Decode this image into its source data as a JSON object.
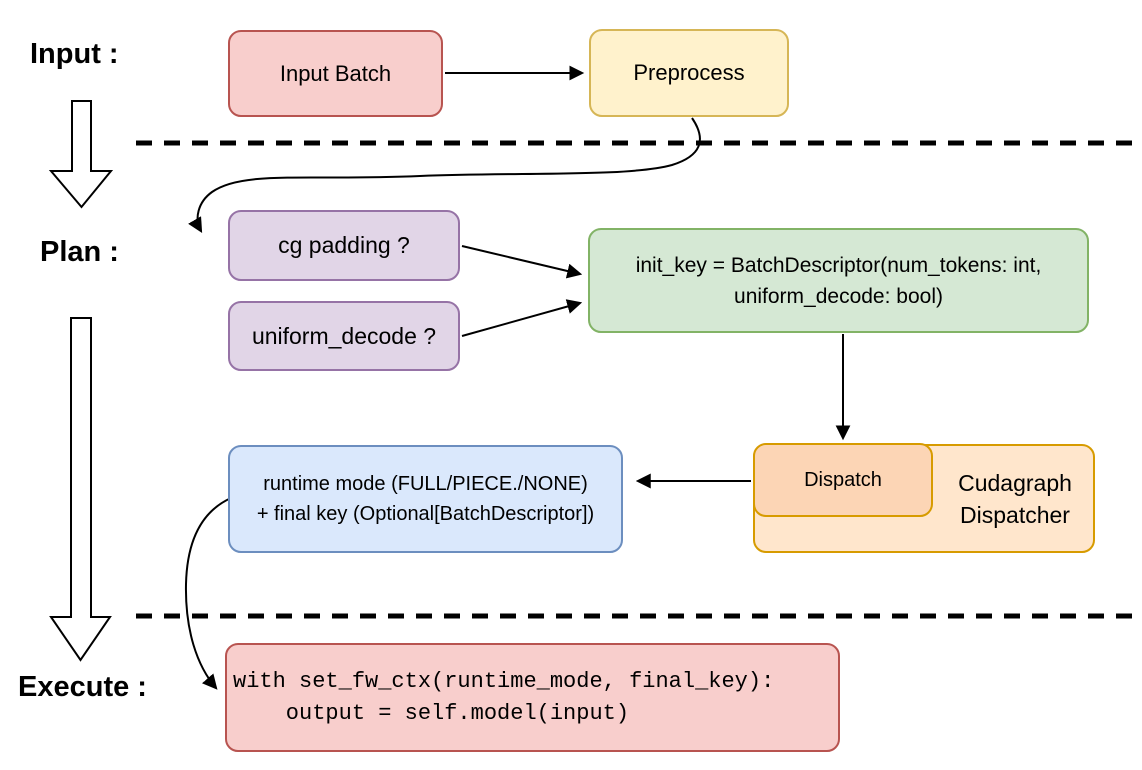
{
  "title": "Cudagraph dispatch flow diagram",
  "sections": {
    "input": {
      "label": "Input :"
    },
    "plan": {
      "label": "Plan :"
    },
    "execute": {
      "label": "Execute :"
    }
  },
  "nodes": {
    "input_batch": {
      "label": "Input Batch",
      "fill": "#f8cecc",
      "stroke": "#b85450"
    },
    "preprocess": {
      "label": "Preprocess",
      "fill": "#fff2cc",
      "stroke": "#d6b656"
    },
    "cg_padding": {
      "label": "cg padding ?",
      "fill": "#e1d5e7",
      "stroke": "#9673a6"
    },
    "uniform_decode": {
      "label": "uniform_decode ?",
      "fill": "#e1d5e7",
      "stroke": "#9673a6"
    },
    "init_key": {
      "lines": [
        "init_key = BatchDescriptor(num_tokens: int,",
        "uniform_decode: bool)"
      ],
      "fill": "#d5e8d4",
      "stroke": "#82b366"
    },
    "runtime_mode": {
      "lines": [
        "runtime mode (FULL/PIECE./NONE)",
        "+ final key (Optional[BatchDescriptor])"
      ],
      "fill": "#dae8fc",
      "stroke": "#6c8ebf"
    },
    "dispatch": {
      "label": "Dispatch",
      "fill": "#fcd5b5",
      "stroke": "#d79b00"
    },
    "cudagraph_dispatcher": {
      "lines": [
        "Cudagraph",
        "Dispatcher"
      ],
      "fill": "#ffe6cc",
      "stroke": "#d79b00"
    },
    "execute_code": {
      "lines": [
        "with set_fw_ctx(runtime_mode, final_key):",
        "    output = self.model(input)"
      ],
      "fill": "#f8cecc",
      "stroke": "#b85450"
    }
  },
  "connector_color": "#000000",
  "divider_style": "dashed"
}
